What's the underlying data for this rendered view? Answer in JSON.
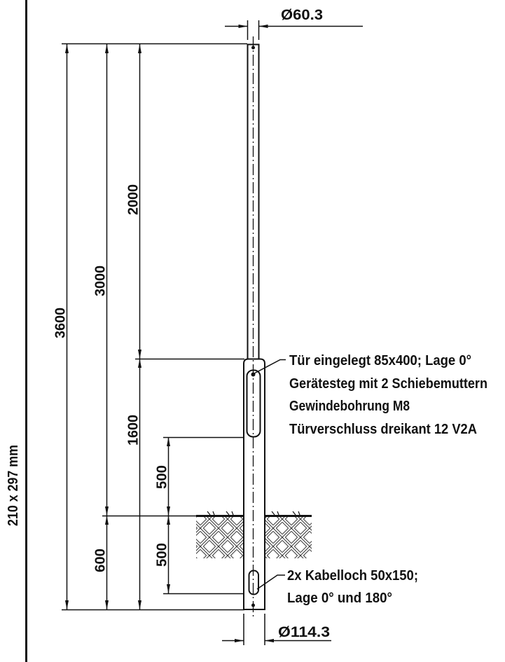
{
  "page": {
    "background": "#ffffff",
    "line_color": "#111111"
  },
  "drawing": {
    "paper_size_label": "210 x 297 mm",
    "top_diameter_label": "Ø60.3",
    "bottom_diameter_label": "Ø114.3",
    "dimensions": {
      "total_length": "3600",
      "above_ground": "3000",
      "top_to_door": "2000",
      "door_to_base": "1600",
      "below_ground": "600",
      "door_to_ground": "500",
      "ground_to_cable": "500"
    },
    "door_note": {
      "line1": "Tür eingelegt 85x400; Lage 0°",
      "line2": "Gerätesteg mit 2 Schiebemuttern",
      "line3": "Gewindebohrung M8",
      "line4": "Türverschluss dreikant 12 V2A"
    },
    "cable_note": {
      "line1": "2x Kabelloch 50x150;",
      "line2": "Lage 0° und 180°"
    }
  }
}
